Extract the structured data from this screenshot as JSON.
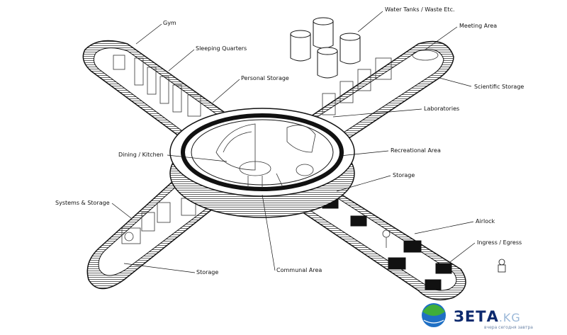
{
  "labels": {
    "gym": "Gym",
    "sleeping_quarters": "Sleeping Quarters",
    "personal_storage": "Personal Storage",
    "water_tanks": "Water Tanks / Waste Etc.",
    "meeting_area": "Meeting Area",
    "scientific_storage": "Scientific Storage",
    "laboratories": "Laboratories",
    "recreational_area": "Recreational Area",
    "dining_kitchen": "Dining / Kitchen",
    "storage_right": "Storage",
    "systems_storage": "Systems & Storage",
    "airlock": "Airlock",
    "ingress_egress": "Ingress / Egress",
    "storage_bottom": "Storage",
    "communal_area": "Communal Area"
  },
  "watermark": {
    "brand": "ЗЕТА",
    "suffix": ".KG",
    "tagline": "вчера сегодня завтра",
    "colors": {
      "brand": "#0d2a6e",
      "globe_green": "#3fae3a",
      "globe_blue": "#1e6fc4"
    }
  }
}
